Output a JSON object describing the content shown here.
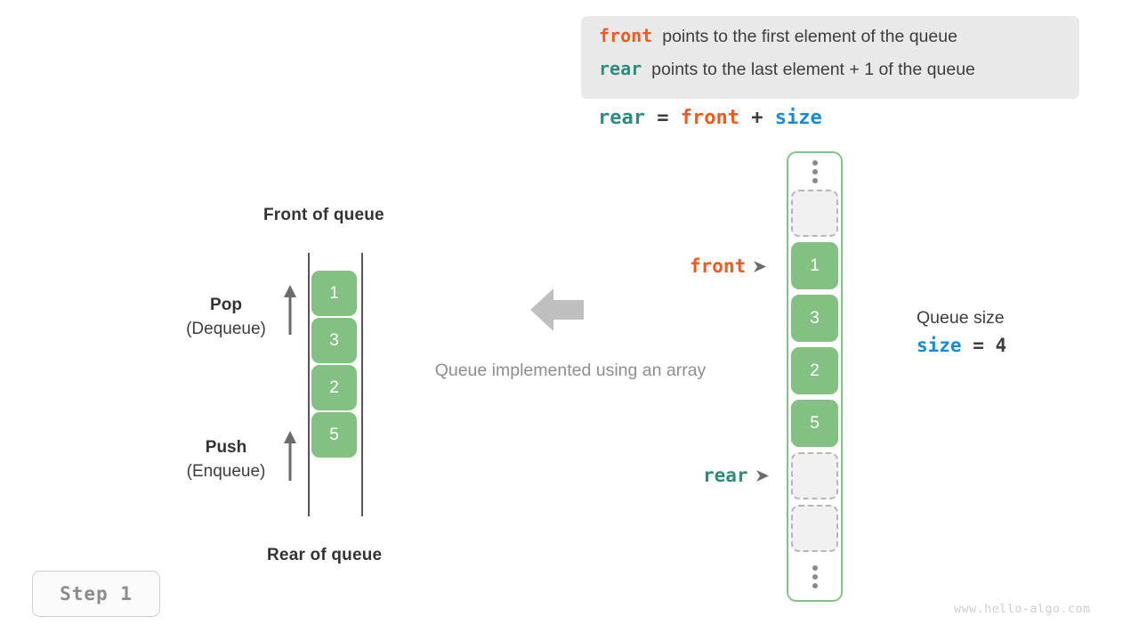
{
  "legend": {
    "lines": [
      {
        "keyword": "front",
        "keyword_color": "#ef5a1f",
        "text": "points to the first element of the queue"
      },
      {
        "keyword": "rear",
        "keyword_color": "#2e8b7d",
        "text": "points to the last element + 1 of the queue"
      }
    ]
  },
  "equation": {
    "lhs": "rear",
    "eq": " = ",
    "rhs1": "front",
    "plus": " + ",
    "rhs2": "size"
  },
  "left_queue": {
    "front_label": "Front of queue",
    "rear_label": "Rear of queue",
    "cells": [
      "1",
      "3",
      "2",
      "5"
    ],
    "pop": {
      "title": "Pop",
      "sub": "(Dequeue)"
    },
    "push": {
      "title": "Push",
      "sub": "(Enqueue)"
    }
  },
  "center": {
    "caption": "Queue implemented using an array",
    "arrow_direction": "left"
  },
  "array": {
    "slots": [
      {
        "type": "dots"
      },
      {
        "type": "empty"
      },
      {
        "type": "filled",
        "value": "1"
      },
      {
        "type": "filled",
        "value": "3"
      },
      {
        "type": "filled",
        "value": "2"
      },
      {
        "type": "filled",
        "value": "5"
      },
      {
        "type": "empty"
      },
      {
        "type": "empty"
      },
      {
        "type": "dots"
      }
    ],
    "pointers": [
      {
        "name": "front",
        "label": "front",
        "color": "#ef5a1f"
      },
      {
        "name": "rear",
        "label": "rear",
        "color": "#2e8b7d"
      }
    ]
  },
  "size_note": {
    "title": "Queue size",
    "var": "size",
    "eq": " = ",
    "value": "4"
  },
  "step_badge": "Step 1",
  "watermark": "www.hello-algo.com",
  "colors": {
    "cell_green": "#82c182",
    "container_green": "#86c188",
    "front_orange": "#ef5a1f",
    "rear_teal": "#2e8b7d",
    "size_blue": "#1a8ad4",
    "empty_fill": "#f1f1f1",
    "muted_gray": "#8e8e8e"
  }
}
